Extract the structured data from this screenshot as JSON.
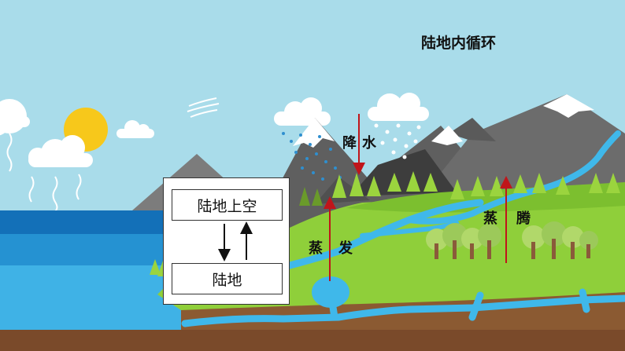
{
  "title": "陆地内循环",
  "labels": {
    "precipitation_1": "降",
    "precipitation_2": "水",
    "evaporation_1": "蒸",
    "evaporation_2": "发",
    "transpiration_1": "蒸",
    "transpiration_2": "腾"
  },
  "flow_box": {
    "upper": "陆地上空",
    "lower": "陆地"
  },
  "colors": {
    "sky": "#a9dcea",
    "ocean": "#1d8fcf",
    "grass": "#8fcf3a",
    "soil": "#7a4a2a",
    "water": "#3fb8ea",
    "arrow": "#c0151a"
  }
}
